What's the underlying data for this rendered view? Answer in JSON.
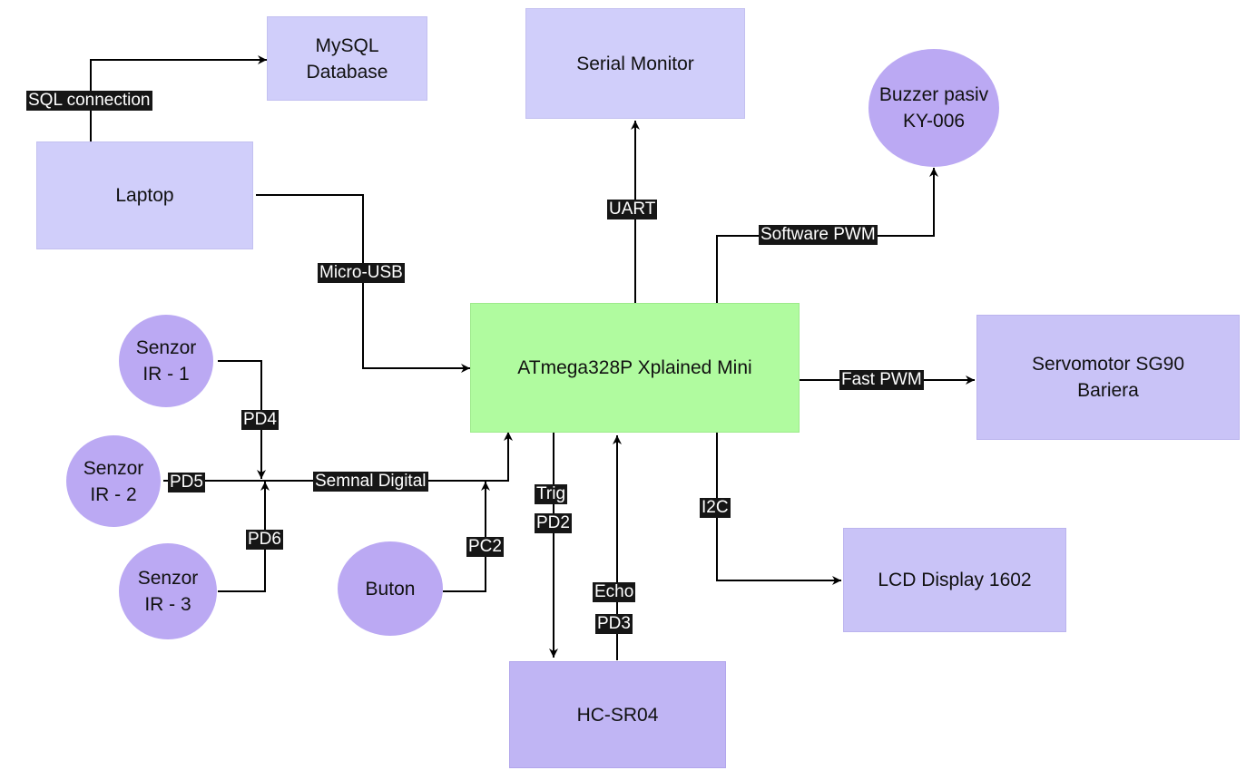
{
  "nodes": {
    "mysql": "MySQL\nDatabase",
    "laptop": "Laptop",
    "serial_monitor": "Serial Monitor",
    "buzzer": "Buzzer pasiv\nKY-006",
    "mcu": "ATmega328P Xplained Mini",
    "servo": "Servomotor SG90\nBariera",
    "ir1": "Senzor\nIR - 1",
    "ir2": "Senzor\nIR - 2",
    "ir3": "Senzor\nIR - 3",
    "button": "Buton",
    "lcd": "LCD Display 1602",
    "hcsr04": "HC-SR04"
  },
  "edges": {
    "sql": "SQL connection",
    "usb": "Micro-USB",
    "uart": "UART",
    "soft_pwm": "Software PWM",
    "fast_pwm": "Fast PWM",
    "pd4": "PD4",
    "pd5": "PD5",
    "pd6": "PD6",
    "digital": "Semnal Digital",
    "pc2": "PC2",
    "trig": "Trig",
    "pd2": "PD2",
    "echo": "Echo",
    "pd3": "PD3",
    "i2c": "I2C"
  },
  "colors": {
    "line": "#000000",
    "mcu": "#b0fb9f",
    "block": "#d0cefa",
    "circle": "#bba9f3",
    "label_bg": "#161616"
  }
}
